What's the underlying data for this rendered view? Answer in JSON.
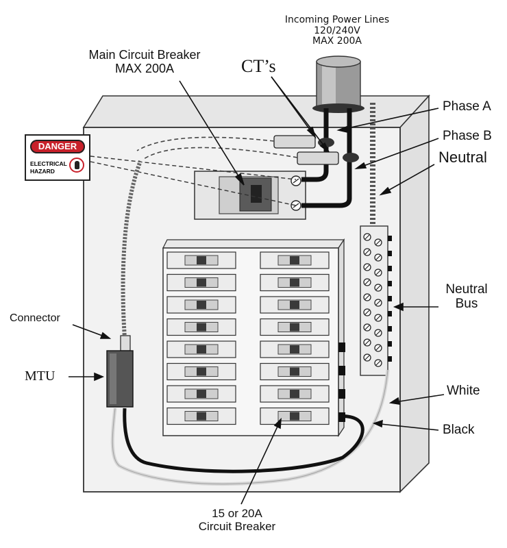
{
  "labels": {
    "incoming_title": "Incoming Power Lines",
    "incoming_voltage": "120/240V",
    "incoming_max": "MAX 200A",
    "main_breaker_title": "Main Circuit Breaker",
    "main_breaker_max": "MAX 200A",
    "cts": "CT’s",
    "phase_a": "Phase A",
    "phase_b": "Phase B",
    "neutral": "Neutral",
    "neutral_bus_1": "Neutral",
    "neutral_bus_2": "Bus",
    "connector": "Connector",
    "mtu": "MTU",
    "white": "White",
    "black": "Black",
    "breaker_size_1": "15 or 20A",
    "breaker_size_2": "Circuit Breaker"
  },
  "sign": {
    "danger": "DANGER",
    "hazard_1": "ELECTRICAL",
    "hazard_2": "HAZARD"
  },
  "colors": {
    "danger_red": "#c8202a",
    "panel_face": "#f2f2f2",
    "panel_side": "#e3e3e3",
    "wire_black": "#111111",
    "wire_white": "#d6d6d6"
  }
}
